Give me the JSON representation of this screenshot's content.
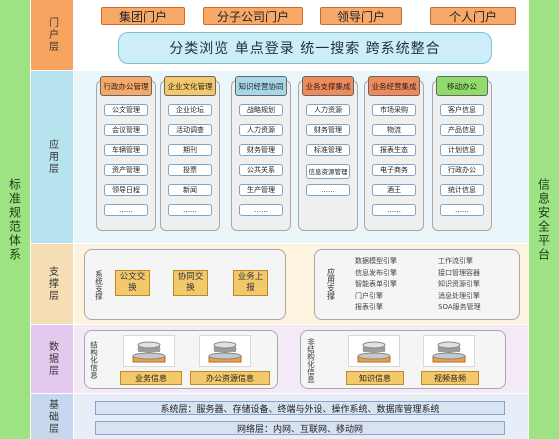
{
  "side_left": "标准规范体系",
  "side_right": "信息安全平台",
  "layers": {
    "portal": "门户层",
    "application": "应用层",
    "support": "支撑层",
    "data": "数据层",
    "base": "基础层"
  },
  "portals": [
    "集团门户",
    "分子公司门户",
    "领导门户",
    "个人门户"
  ],
  "portal_banner": "分类浏览 单点登录 统一搜索 跨系统整合",
  "app_columns": [
    {
      "title": "行政办公管理",
      "color": "#f7a96a",
      "items": [
        "公文管理",
        "会议管理",
        "车辆管理",
        "资产管理",
        "领导日程",
        "……"
      ]
    },
    {
      "title": "企业文化管理",
      "color": "#f3c96b",
      "items": [
        "企业论坛",
        "活动调查",
        "期刊",
        "投票",
        "新闻",
        "……"
      ]
    },
    {
      "title": "知识经营协同",
      "color": "#a7d8e8",
      "items": [
        "战略规划",
        "人力资源",
        "财务管理",
        "公共关系",
        "生产管理",
        "……"
      ]
    },
    {
      "title": "业务支撑集成",
      "color": "#f08a5a",
      "items": [
        "人力资源",
        "财务管理",
        "标准管理",
        "信息资源管理",
        "……"
      ]
    },
    {
      "title": "业务经营集成",
      "color": "#f08a5a",
      "items": [
        "市场采购",
        "物流",
        "报表生态",
        "电子商务",
        "酒王",
        "……"
      ]
    },
    {
      "title": "移动办公",
      "color": "#8fdc6a",
      "items": [
        "客户信息",
        "产品信息",
        "计划信息",
        "行政办公",
        "统计信息",
        "……"
      ]
    }
  ],
  "support": {
    "left_label": "系统支撑",
    "buttons": [
      "公文交换",
      "协同交换",
      "业务上报"
    ],
    "right_label": "应用支撑",
    "services_col1": [
      "数据模型引擎",
      "信息发布引擎",
      "智能表单引擎",
      "门户引擎",
      "报表引擎"
    ],
    "services_col2": [
      "工作流引擎",
      "接口管理容器",
      "知识资源引擎",
      "消息处理引擎",
      "SOA服务管理"
    ]
  },
  "data": {
    "structured_label": "结构化信息",
    "structured_tags": [
      "业务信息",
      "办公资源信息"
    ],
    "unstructured_label": "非结构化信息",
    "unstructured_tags": [
      "知识信息",
      "视频音频"
    ]
  },
  "base": {
    "system_layer": "系统层：服务器、存储设备、终端与外设、操作系统、数据库管理系统",
    "network_layer": "网络层：内网、互联网、移动网"
  }
}
